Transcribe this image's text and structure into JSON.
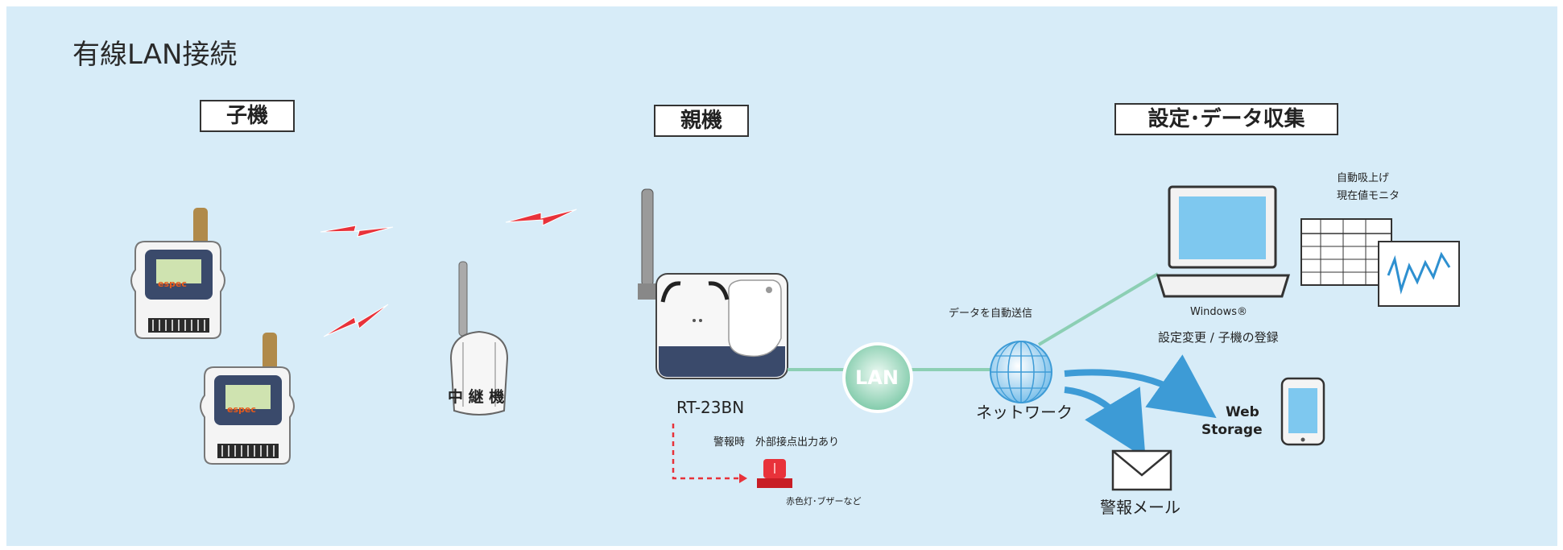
{
  "title": "有線LAN接続",
  "sections": {
    "child": "子機",
    "parent": "親機",
    "setting": "設定･データ収集"
  },
  "logger_brand": "espec",
  "repeater_label": "中 継 機",
  "parent_model": "RT-23BN",
  "lan_label": "LAN",
  "network_label": "ネットワーク",
  "data_send_label": "データを自動送信",
  "windows_label": "Windows®",
  "pc_caption": "設定変更 / 子機の登録",
  "software_caption_line1": "自動吸上げ",
  "software_caption_line2": "現在値モニタ",
  "alarm_output_label": "警報時　外部接点出力あり",
  "alarm_device_label": "赤色灯･ブザーなど",
  "web_storage_line1": "Web",
  "web_storage_line2": "Storage",
  "mail_label": "警報メール",
  "colors": {
    "background": "#d7ecf8",
    "arrow_blue": "#3d9bd6",
    "signal_red": "#e8323a",
    "alarm_red": "#d9202a",
    "lan_green": "#8ccfb4"
  }
}
